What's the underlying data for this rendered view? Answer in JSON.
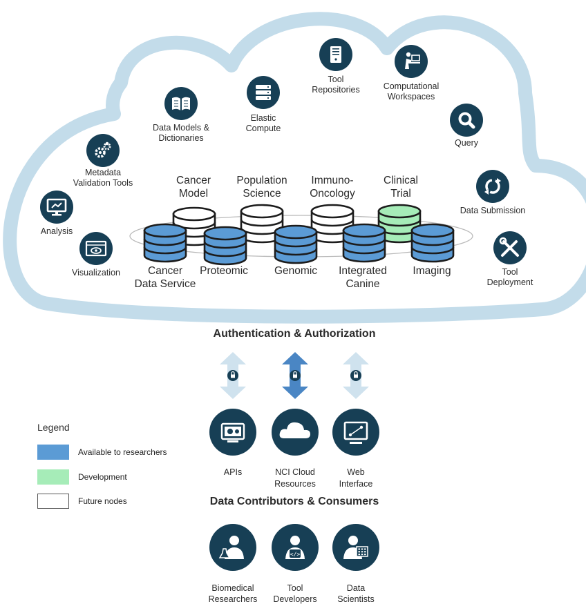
{
  "cloud_tools": {
    "tool_repositories": "Tool\nRepositories",
    "computational_workspaces": "Computational\nWorkspaces",
    "elastic_compute": "Elastic\nCompute",
    "data_models": "Data Models &\nDictionaries",
    "query": "Query",
    "metadata_validation": "Metadata\nValidation Tools",
    "data_submission": "Data Submission",
    "analysis": "Analysis",
    "visualization": "Visualization",
    "tool_deployment": "Tool\nDeployment"
  },
  "nodes": {
    "top": [
      {
        "label": "Cancer\nModel",
        "status": "future"
      },
      {
        "label": "Population\nScience",
        "status": "future"
      },
      {
        "label": "Immuno-\nOncology",
        "status": "future"
      },
      {
        "label": "Clinical\nTrial",
        "status": "development"
      }
    ],
    "bottom": [
      {
        "label": "Cancer\nData Service",
        "status": "available"
      },
      {
        "label": "Proteomic",
        "status": "available"
      },
      {
        "label": "Genomic",
        "status": "available"
      },
      {
        "label": "Integrated\nCanine",
        "status": "available"
      },
      {
        "label": "Imaging",
        "status": "available"
      }
    ]
  },
  "auth_title": "Authentication & Authorization",
  "access": [
    {
      "label": "APIs"
    },
    {
      "label": "NCI Cloud\nResources"
    },
    {
      "label": "Web\nInterface"
    }
  ],
  "contributors_title": "Data Contributors & Consumers",
  "people": [
    {
      "label": "Biomedical\nResearchers"
    },
    {
      "label": "Tool\nDevelopers"
    },
    {
      "label": "Data\nScientists"
    }
  ],
  "legend": {
    "title": "Legend",
    "items": [
      {
        "label": "Available to researchers",
        "color": "#5b9bd5"
      },
      {
        "label": "Development",
        "color": "#a6ecb8"
      },
      {
        "label": "Future nodes",
        "color": "#ffffff"
      }
    ]
  },
  "colors": {
    "cloud_border": "#c3dcea",
    "icon_circle": "#173f55",
    "available": "#5b9bd5",
    "development": "#a6ecb8",
    "future": "#ffffff",
    "arrow_light": "#cfe2ee",
    "arrow_dark": "#4a86c4"
  }
}
